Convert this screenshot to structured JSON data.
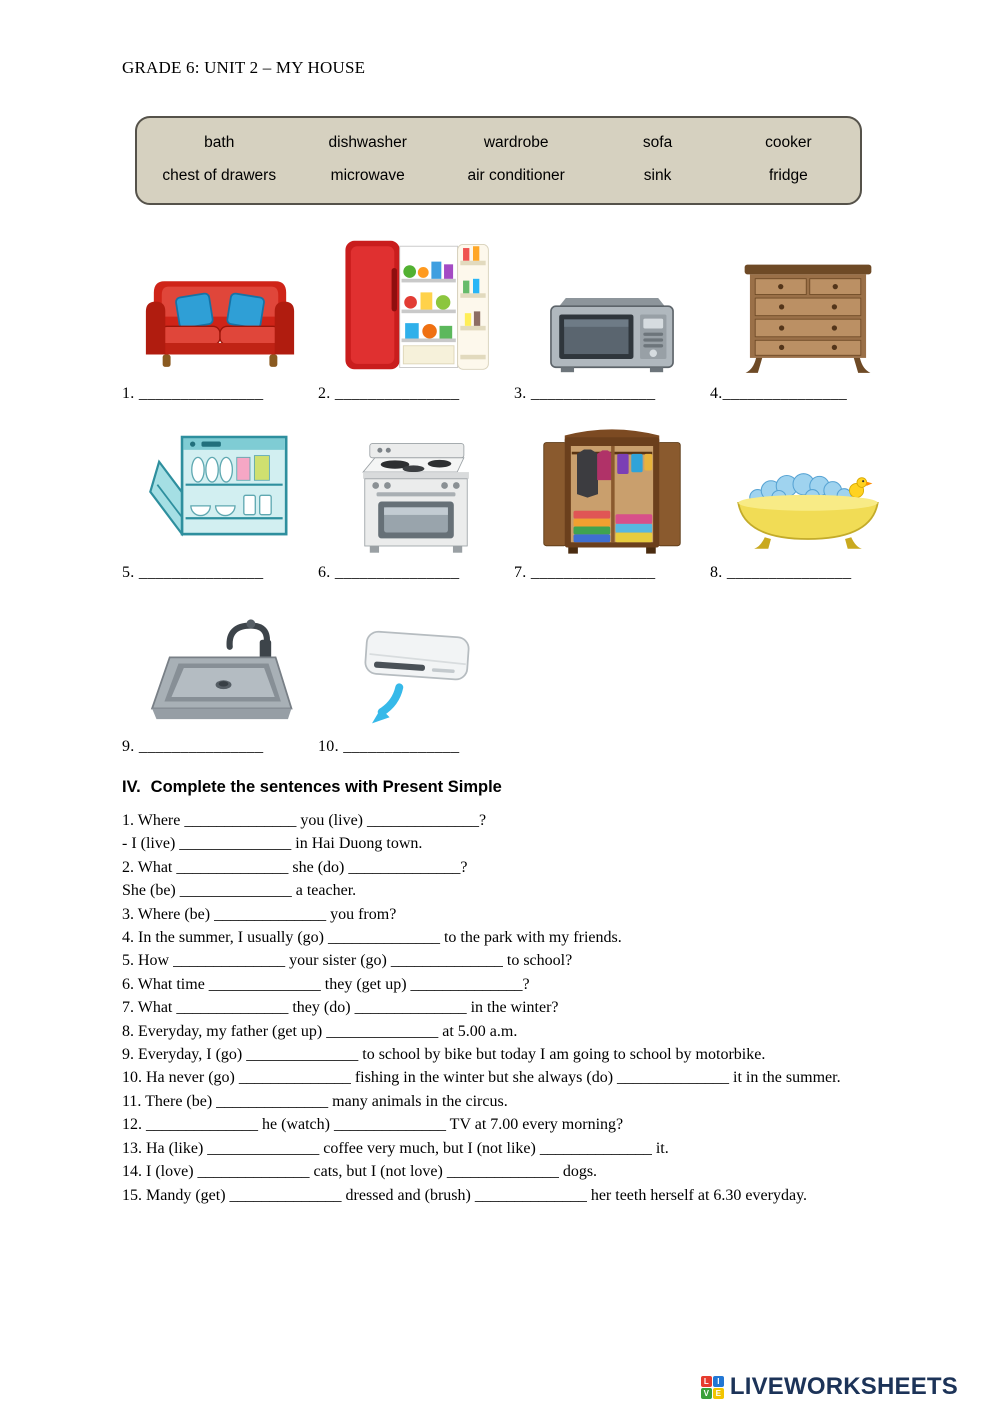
{
  "page": {
    "title": "GRADE 6: UNIT 2 – MY HOUSE"
  },
  "colors": {
    "word_bank_bg": "#d6d1c0",
    "brand_navy": "#1c3358"
  },
  "word_bank": {
    "row1": [
      "bath",
      "dishwasher",
      "wardrobe",
      "sofa",
      "cooker"
    ],
    "row2": [
      "chest of drawers",
      "microwave",
      "air conditioner",
      "sink",
      "fridge"
    ]
  },
  "pictures": [
    {
      "label": "1. _______________",
      "icon": "sofa-image"
    },
    {
      "label": "2. _______________",
      "icon": "fridge-image"
    },
    {
      "label": "3. _______________",
      "icon": "microwave-image"
    },
    {
      "label": "4._______________",
      "icon": "chest-of-drawers-image"
    },
    {
      "label": "5. _______________",
      "icon": "dishwasher-image"
    },
    {
      "label": "6. _______________",
      "icon": "cooker-image"
    },
    {
      "label": "7. _______________",
      "icon": "wardrobe-image"
    },
    {
      "label": "8. _______________",
      "icon": "bath-image"
    },
    {
      "label": "9. _______________",
      "icon": "sink-image"
    },
    {
      "label": "10. ______________",
      "icon": "air-conditioner-image"
    }
  ],
  "section_iv": {
    "number": "IV.",
    "title": "Complete the sentences with Present Simple",
    "sentences": [
      "1. Where ______________ you (live) ______________?",
      "- I (live) ______________ in Hai Duong town.",
      "2. What ______________ she (do) ______________?",
      "She (be) ______________ a teacher.",
      "3. Where (be) ______________ you from?",
      "4. In the summer, I usually (go) ______________ to the park with my friends.",
      "5. How ______________ your sister (go) ______________ to school?",
      "6. What time ______________ they (get up) ______________?",
      "7. What ______________ they (do) ______________ in the winter?",
      "8. Everyday, my father (get up) ______________ at 5.00 a.m.",
      "9. Everyday, I (go) ______________ to school by bike but today I am going to school by motorbike.",
      "10. Ha never (go) ______________ fishing in the winter but she always (do) ______________ it in the summer.",
      "11. There (be) ______________ many animals in the circus.",
      "12. ______________ he (watch) ______________ TV at 7.00 every morning?",
      "13. Ha (like) ______________ coffee very much, but I (not like) ______________ it.",
      "14. I (love) ______________ cats, but I (not love) ______________ dogs.",
      "15. Mandy (get) ______________ dressed and (brush) ______________ her teeth herself at 6.30 everyday."
    ]
  },
  "footer": {
    "brand": "LIVEWORKSHEETS",
    "logo_letters": [
      "L",
      "I",
      "V",
      "E"
    ]
  }
}
